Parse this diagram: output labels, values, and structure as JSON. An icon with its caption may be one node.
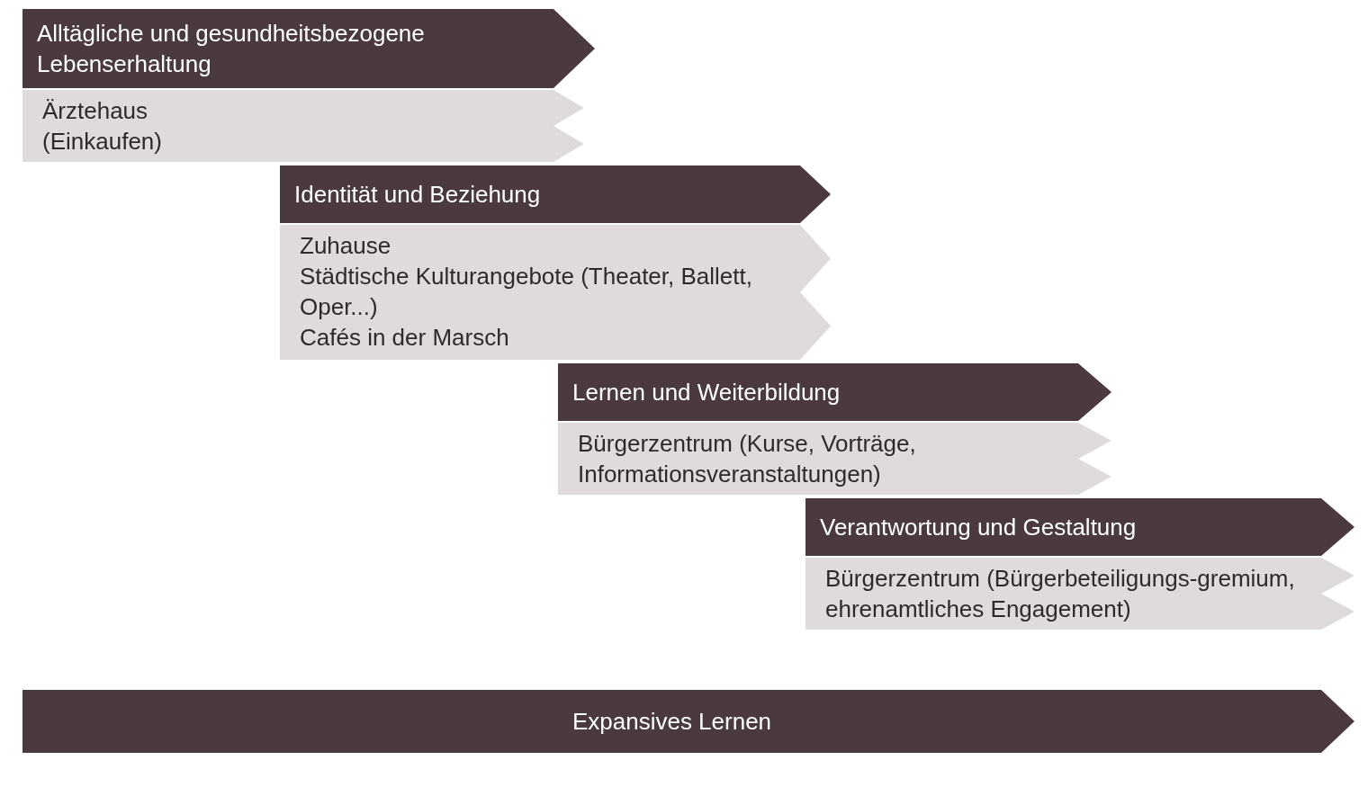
{
  "diagram": {
    "nodes": [
      {
        "text": [
          "Alltägliche und gesundheitsbezogene Lebenserhaltung"
        ]
      },
      {
        "text": [
          "Ärztehaus",
          "(Einkaufen)"
        ]
      },
      {
        "text": [
          "Identität und Beziehung"
        ]
      },
      {
        "text": [
          "Zuhause",
          "Städtische Kulturangebote (Theater, Ballett, Oper...)",
          "Cafés in der Marsch"
        ]
      },
      {
        "text": [
          "Lernen und Weiterbildung"
        ]
      },
      {
        "text": [
          "Bürgerzentrum (Kurse, Vorträge, Informationsveranstaltungen)"
        ]
      },
      {
        "text": [
          "Verantwortung und Gestaltung"
        ]
      },
      {
        "text": [
          "Bürgerzentrum (Bürgerbeteiligungs-gremium, ehrenamtliches Engagement)"
        ]
      },
      {
        "text": [
          "Expansives Lernen"
        ]
      }
    ],
    "edges": []
  }
}
